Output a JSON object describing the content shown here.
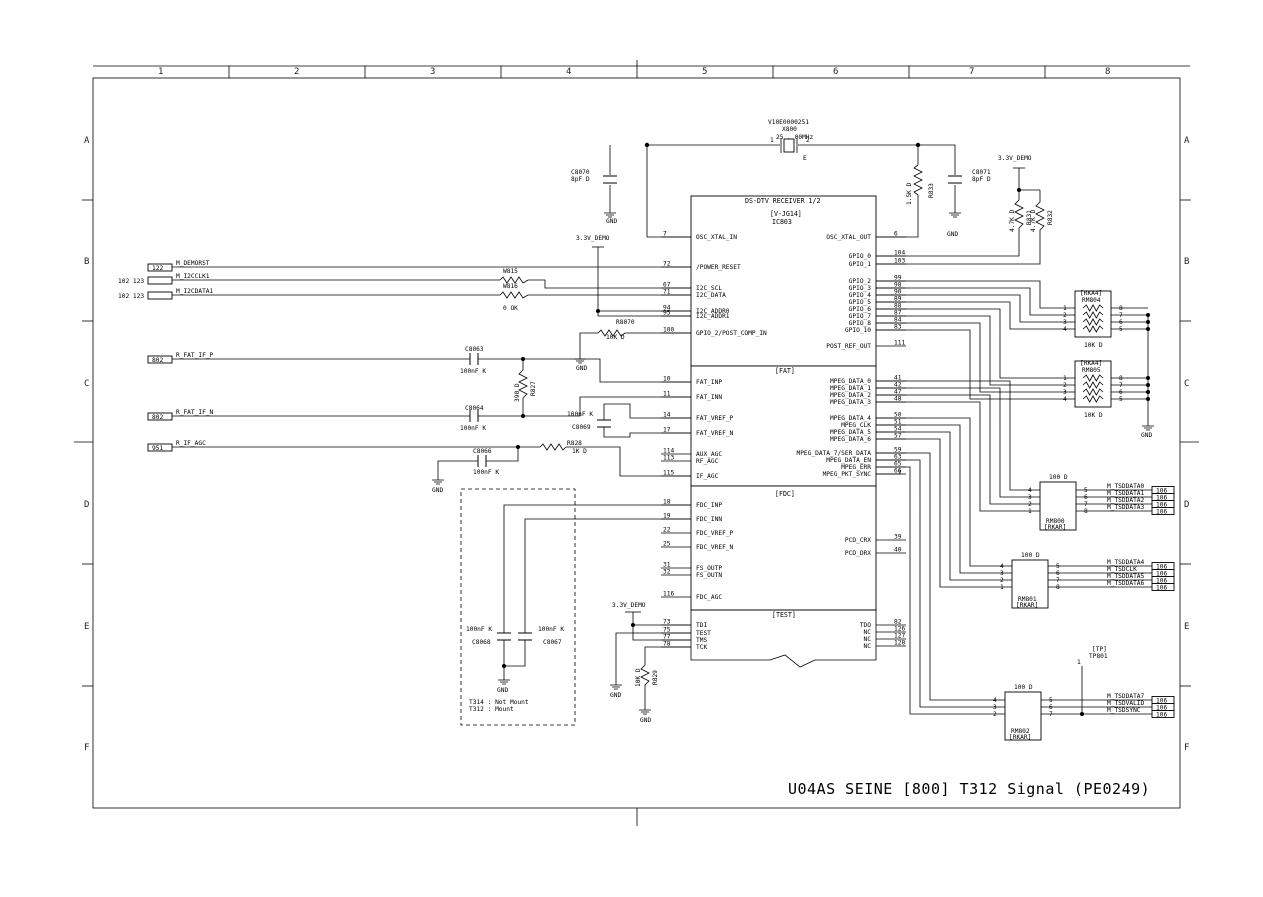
{
  "title_block": {
    "text": "U04AS SEINE [800] T312 Signal (PE0249)"
  },
  "zones": {
    "cols": [
      "1",
      "2",
      "3",
      "4",
      "5",
      "6",
      "7",
      "8"
    ],
    "rows": [
      "A",
      "B",
      "C",
      "D",
      "E",
      "F"
    ]
  },
  "ic": {
    "title": "DS-DTV RECEIVER 1/2",
    "part": "[V-JG14]",
    "ref": "IC803",
    "left_pins": [
      {
        "num": "7",
        "name": "OSC_XTAL_IN"
      },
      {
        "num": "72",
        "name": "/POWER_RESET"
      },
      {
        "num": "67",
        "name": "I2C_SCL"
      },
      {
        "num": "71",
        "name": "I2C_DATA"
      },
      {
        "num": "94",
        "name": "I2C_ADDR0"
      },
      {
        "num": "95",
        "name": "I2C_ADDR1"
      },
      {
        "num": "100",
        "name": "GPIO_2/POST_COMP_IN"
      }
    ],
    "right_pins": [
      {
        "num": "6",
        "name": "OSC_XTAL_OUT"
      },
      {
        "num": "104",
        "name": "GPIO_0"
      },
      {
        "num": "103",
        "name": "GPIO_1"
      },
      {
        "num": "99",
        "name": "GPIO_2"
      },
      {
        "num": "98",
        "name": "GPIO_3"
      },
      {
        "num": "90",
        "name": "GPIO_4"
      },
      {
        "num": "89",
        "name": "GPIO_5"
      },
      {
        "num": "88",
        "name": "GPIO_6"
      },
      {
        "num": "87",
        "name": "GPIO_7"
      },
      {
        "num": "84",
        "name": "GPIO_8"
      },
      {
        "num": "83",
        "name": "GPIO_10"
      },
      {
        "num": "111",
        "name": "POST_REF_OUT"
      }
    ],
    "fat_header": "[FAT]",
    "fat_left": [
      {
        "num": "10",
        "name": "FAT_INP"
      },
      {
        "num": "11",
        "name": "FAT_INN"
      },
      {
        "num": "14",
        "name": "FAT_VREF_P"
      },
      {
        "num": "17",
        "name": "FAT_VREF_N"
      },
      {
        "num": "114",
        "name": "AUX_AGC"
      },
      {
        "num": "113",
        "name": "RF_AGC"
      },
      {
        "num": "115",
        "name": "IF_AGC"
      }
    ],
    "fat_right": [
      {
        "num": "41",
        "name": "MPEG_DATA_0"
      },
      {
        "num": "42",
        "name": "MPEG_DATA_1"
      },
      {
        "num": "47",
        "name": "MPEG_DATA_2"
      },
      {
        "num": "48",
        "name": "MPEG_DATA_3"
      },
      {
        "num": "50",
        "name": "MPEG_DATA_4"
      },
      {
        "num": "51",
        "name": "MPEG_CLK"
      },
      {
        "num": "54",
        "name": "MPEG_DATA_5"
      },
      {
        "num": "57",
        "name": "MPEG_DATA_6"
      },
      {
        "num": "59",
        "name": "MPEG_DATA_7/SER_DATA"
      },
      {
        "num": "63",
        "name": "MPEG_DATA_EN"
      },
      {
        "num": "65",
        "name": "MPEG_ERR"
      },
      {
        "num": "66",
        "name": "MPEG_PKT_SYNC"
      }
    ],
    "fdc_header": "[FDC]",
    "fdc_left": [
      {
        "num": "18",
        "name": "FDC_INP"
      },
      {
        "num": "19",
        "name": "FDC_INN"
      },
      {
        "num": "22",
        "name": "FDC_VREF_P"
      },
      {
        "num": "25",
        "name": "FDC_VREF_N"
      },
      {
        "num": "31",
        "name": "FS_OUTP"
      },
      {
        "num": "32",
        "name": "FS_OUTN"
      },
      {
        "num": "116",
        "name": "FDC_AGC"
      }
    ],
    "fdc_right": [
      {
        "num": "39",
        "name": "PCD_CRX"
      },
      {
        "num": "40",
        "name": "PCD_DRX"
      }
    ],
    "test_header": "[TEST]",
    "test_left": [
      {
        "num": "73",
        "name": "TDI"
      },
      {
        "num": "75",
        "name": "TEST"
      },
      {
        "num": "77",
        "name": "TMS"
      },
      {
        "num": "78",
        "name": "TCK"
      }
    ],
    "test_right": [
      {
        "num": "82",
        "name": "TDO"
      },
      {
        "num": "126",
        "name": "NC"
      },
      {
        "num": "127",
        "name": "NC"
      },
      {
        "num": "128",
        "name": "NC"
      }
    ]
  },
  "crystal": {
    "part": "V10E0000251",
    "ref": "X800",
    "freq": "25 . 00MHz",
    "p1": "1",
    "p2": "2",
    "mark": "E"
  },
  "caps": {
    "c8070": {
      "ref": "C8070",
      "val": "8pF D"
    },
    "c8071": {
      "ref": "C8071",
      "val": "8pF D"
    },
    "c8063": {
      "ref": "C8063",
      "val": "100nF K"
    },
    "c8064": {
      "ref": "C8064",
      "val": "100nF K"
    },
    "c8069": {
      "ref": "C8069",
      "val": "100nF K"
    },
    "c8066": {
      "ref": "C8066",
      "val": "100nF K"
    },
    "c8068": {
      "ref": "C8068",
      "val": "100nF K"
    },
    "c8067": {
      "ref": "C8067",
      "val": "100nF K"
    }
  },
  "resistors": {
    "r833": {
      "ref": "R833",
      "val": "1.5K D"
    },
    "r831": {
      "ref": "R831",
      "val": "4.7K D"
    },
    "r832": {
      "ref": "R832",
      "val": "4.7K D"
    },
    "r8070": {
      "ref": "R8070",
      "val": "10K D"
    },
    "r827": {
      "ref": "R827",
      "val": "390 D"
    },
    "r828": {
      "ref": "R828",
      "val": "1K D"
    },
    "r829": {
      "ref": "R829",
      "val": "10K D"
    },
    "w815": {
      "ref": "W815"
    },
    "w816": {
      "ref": "W816",
      "val": "0 OK"
    }
  },
  "arrays": {
    "rm804": {
      "ref": "RM804",
      "part": "[RKA4]",
      "val": "10K D"
    },
    "rm805": {
      "ref": "RM805",
      "part": "[RKA4]",
      "val": "10K D"
    },
    "rm800": {
      "ref": "RM800",
      "part": "[RKAR]",
      "val": "100 D"
    },
    "rm801": {
      "ref": "RM801",
      "part": "[RKAR]",
      "val": "100 D"
    },
    "rm802": {
      "ref": "RM802",
      "part": "[RKAR]",
      "val": "100 D"
    }
  },
  "power": {
    "v33": "3.3V_DEMO",
    "gnd": "GND"
  },
  "offpage": {
    "demorst": {
      "page": "122",
      "net": "M_DEMORST"
    },
    "i2cclk": {
      "page": "102 123",
      "net": "M_I2CCLK1"
    },
    "i2cdata": {
      "page": "102 123",
      "net": "M_I2CDATA1"
    },
    "fatp": {
      "page": "802",
      "net": "R_FAT_IF_P"
    },
    "fatn": {
      "page": "802",
      "net": "R_FAT_IF_N"
    },
    "ifagc": {
      "page": "951",
      "net": "R_IF_AGC"
    }
  },
  "outputs": [
    {
      "net": "M_TSDDATA0",
      "page": "106"
    },
    {
      "net": "M_TSDDATA1",
      "page": "106"
    },
    {
      "net": "M_TSDDATA2",
      "page": "106"
    },
    {
      "net": "M_TSDDATA3",
      "page": "106"
    },
    {
      "net": "M_TSDDATA4",
      "page": "106"
    },
    {
      "net": "M_TSDCLK",
      "page": "106"
    },
    {
      "net": "M_TSDDATA5",
      "page": "106"
    },
    {
      "net": "M_TSDDATA6",
      "page": "106"
    },
    {
      "net": "M_TSDDATA7",
      "page": "106"
    },
    {
      "net": "M_TSDVALID",
      "page": "106"
    },
    {
      "net": "M_TSDSYNC",
      "page": "106"
    }
  ],
  "tp801": {
    "ref": "TP801",
    "part": "[TP]",
    "pin": "1"
  },
  "note": {
    "line1": "T314 : Not Mount",
    "line2": "T312 : Mount"
  }
}
